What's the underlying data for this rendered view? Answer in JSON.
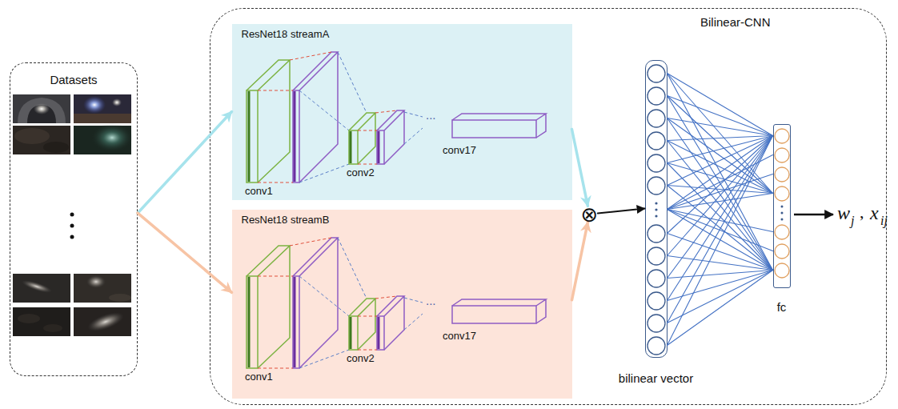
{
  "diagram": {
    "nodes": [
      {
        "text": [
          "Datasets"
        ]
      },
      {
        "text": [
          "Bilinear-CNN"
        ]
      },
      {
        "text": [
          "ResNet18 streamA"
        ],
        "in": 1
      },
      {
        "text": [
          "ResNet18 streamB"
        ],
        "in": 1
      },
      {
        "text": [
          "⊗"
        ],
        "in": 1
      },
      {
        "text": [
          "bilinear vector"
        ],
        "in": 1
      },
      {
        "text": [
          "fc"
        ],
        "in": 1
      }
    ],
    "edges": [
      {
        "from": 0,
        "to": 2,
        "arrow": "to"
      },
      {
        "from": 0,
        "to": 3,
        "arrow": "to"
      },
      {
        "from": 2,
        "to": 4,
        "arrow": "to"
      },
      {
        "from": 3,
        "to": 4,
        "arrow": "to"
      },
      {
        "from": 4,
        "to": 5,
        "arrow": "to"
      },
      {
        "from": 5,
        "to": 6,
        "arrow": "none"
      }
    ],
    "labels": [
      "conv1",
      "conv2",
      "...",
      "conv17",
      "conv1",
      "conv2",
      "...",
      "conv17",
      "w",
      "j",
      ",",
      "x",
      "ij"
    ]
  }
}
